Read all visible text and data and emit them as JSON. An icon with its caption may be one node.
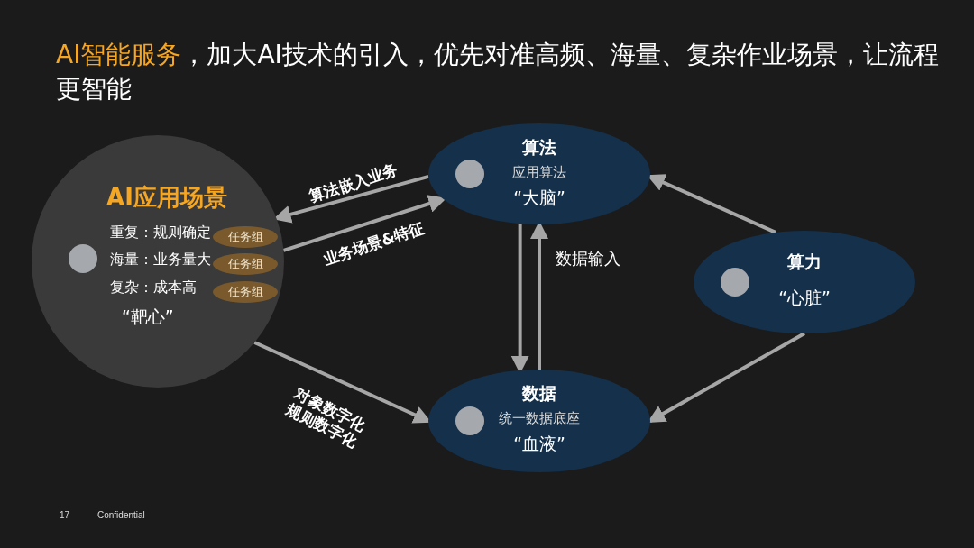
{
  "diagram": {
    "title": "**AI智能服务**，加大AI技术的引入，优先对准高频、海量、复杂作业场景，让流程更智能",
    "nodes": [
      {
        "text": [
          "AI应用场景",
          "重复：规则确定",
          "海量：业务量大",
          "复杂：成本高",
          "“靶心”"
        ]
      },
      {
        "text": [
          "任务组"
        ],
        "in": 0
      },
      {
        "text": [
          "任务组"
        ],
        "in": 0
      },
      {
        "text": [
          "任务组"
        ],
        "in": 0
      },
      {
        "text": [
          "算法",
          "应用算法",
          "“大脑”"
        ]
      },
      {
        "text": [
          "算力",
          "“心脏”"
        ]
      },
      {
        "text": [
          "数据",
          "统一数据底座",
          "“血液”"
        ]
      }
    ],
    "edges": [
      {
        "from": 4,
        "to": 0,
        "arrow": "to",
        "label": "算法嵌入业务"
      },
      {
        "from": 0,
        "to": 4,
        "arrow": "to",
        "label": "业务场景&特征"
      },
      {
        "from": 4,
        "to": 6,
        "arrow": "to"
      },
      {
        "from": 6,
        "to": 4,
        "arrow": "to",
        "label": "数据输入"
      },
      {
        "from": 5,
        "to": 4,
        "arrow": "to"
      },
      {
        "from": 5,
        "to": 6,
        "arrow": "to"
      },
      {
        "from": 0,
        "to": 6,
        "arrow": "to",
        "label": "对象数字化规则数字化"
      }
    ],
    "labels": [
      "17",
      "Confidential"
    ]
  }
}
